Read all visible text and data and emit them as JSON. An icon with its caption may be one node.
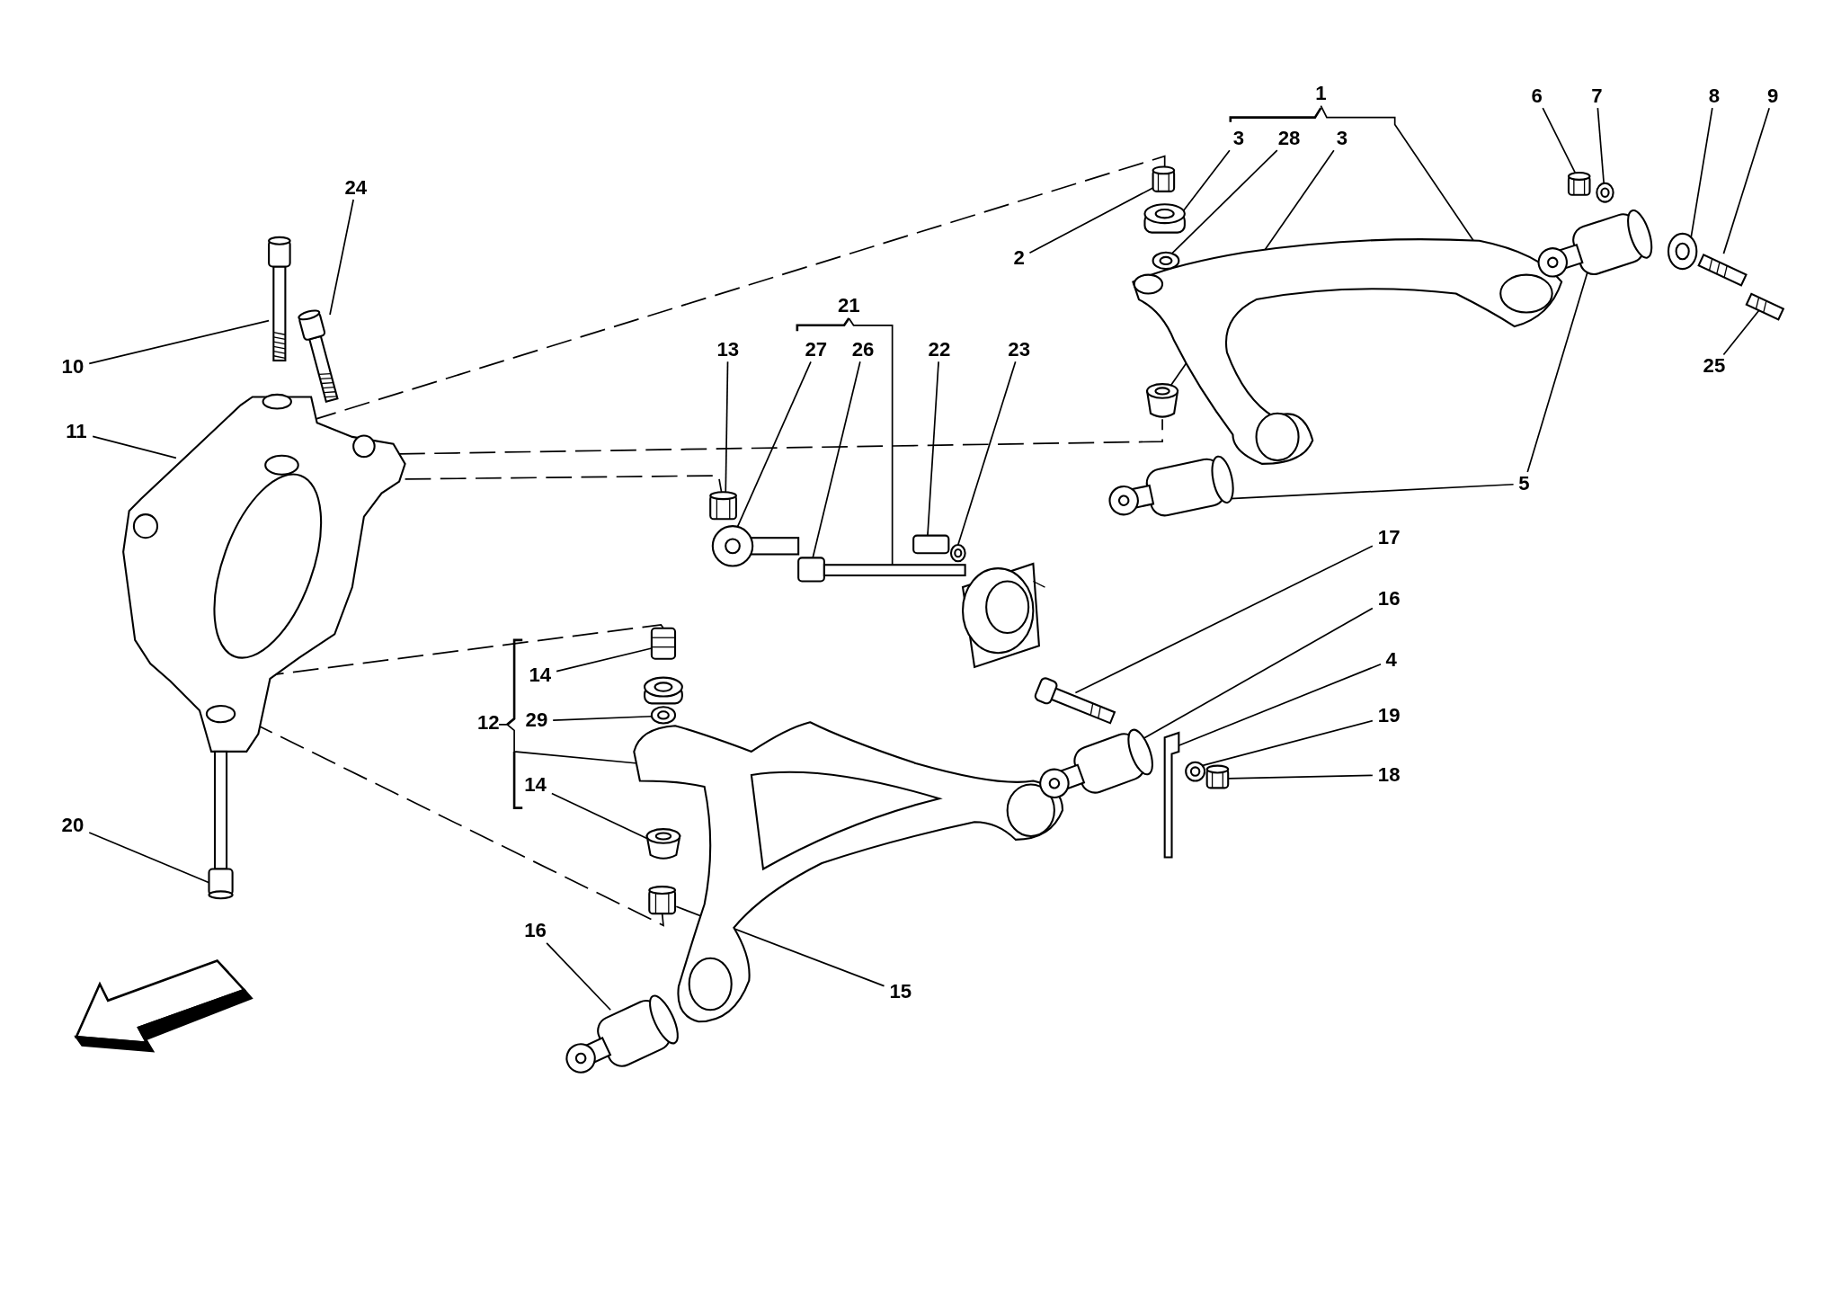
{
  "diagram": {
    "nodes": [
      {
        "text": [
          "1"
        ]
      },
      {
        "text": [
          "6"
        ]
      },
      {
        "text": [
          "7"
        ]
      },
      {
        "text": [
          "8"
        ]
      },
      {
        "text": [
          "9"
        ]
      },
      {
        "text": [
          "3"
        ]
      },
      {
        "text": [
          "28"
        ]
      },
      {
        "text": [
          "3"
        ]
      },
      {
        "text": [
          "24"
        ]
      },
      {
        "text": [
          "2"
        ]
      },
      {
        "text": [
          "21"
        ]
      },
      {
        "text": [
          "13"
        ]
      },
      {
        "text": [
          "27"
        ]
      },
      {
        "text": [
          "26"
        ]
      },
      {
        "text": [
          "22"
        ]
      },
      {
        "text": [
          "23"
        ]
      },
      {
        "text": [
          "10"
        ]
      },
      {
        "text": [
          "25"
        ]
      },
      {
        "text": [
          "11"
        ]
      },
      {
        "text": [
          "5"
        ]
      },
      {
        "text": [
          "17"
        ]
      },
      {
        "text": [
          "16"
        ]
      },
      {
        "text": [
          "4"
        ]
      },
      {
        "text": [
          "19"
        ]
      },
      {
        "text": [
          "12"
        ]
      },
      {
        "text": [
          "14"
        ]
      },
      {
        "text": [
          "29"
        ]
      },
      {
        "text": [
          "18"
        ]
      },
      {
        "text": [
          "14"
        ]
      },
      {
        "text": [
          "20"
        ]
      },
      {
        "text": [
          "16"
        ]
      },
      {
        "text": [
          "15"
        ]
      },
      {
        "text": [],
        "shape": "picture"
      },
      {
        "text": [],
        "shape": "picture"
      },
      {
        "text": [],
        "shape": "picture"
      },
      {
        "text": [],
        "shape": "picture"
      },
      {
        "text": [],
        "shape": "picture"
      },
      {
        "text": [],
        "shape": "picture"
      },
      {
        "text": [],
        "shape": "cylinder"
      },
      {
        "text": [],
        "shape": "picture"
      },
      {
        "text": [],
        "shape": "cylinder"
      },
      {
        "text": [],
        "shape": "cylinder"
      },
      {
        "text": [],
        "shape": "picture"
      },
      {
        "text": [],
        "shape": "picture"
      },
      {
        "text": [],
        "shape": "picture"
      },
      {
        "text": [],
        "shape": "picture"
      },
      {
        "text": [],
        "shape": "picture"
      },
      {
        "text": [],
        "shape": "picture"
      },
      {
        "text": [],
        "shape": "picture"
      },
      {
        "text": [],
        "shape": "picture"
      },
      {
        "text": [],
        "shape": "box"
      },
      {
        "text": [],
        "shape": "picture"
      },
      {
        "text": [],
        "shape": "box"
      },
      {
        "text": [],
        "shape": "picture"
      },
      {
        "text": [],
        "shape": "picture"
      },
      {
        "text": [],
        "shape": "picture"
      },
      {
        "text": [],
        "shape": "picture"
      },
      {
        "text": [],
        "shape": "picture"
      },
      {
        "text": [],
        "shape": "cylinder"
      },
      {
        "text": [],
        "shape": "picture"
      },
      {
        "text": [],
        "shape": "picture"
      },
      {
        "text": [],
        "shape": "picture"
      },
      {
        "text": [],
        "shape": "picture"
      },
      {
        "text": [],
        "shape": "picture"
      },
      {
        "text": [],
        "shape": "picture"
      },
      {
        "text": [],
        "shape": "picture"
      }
    ],
    "edges": [
      {
        "from": 0,
        "to": 36,
        "arrow": "none"
      },
      {
        "from": 1,
        "to": 43,
        "arrow": "none"
      },
      {
        "from": 2,
        "to": 44,
        "arrow": "none"
      },
      {
        "from": 3,
        "to": 45,
        "arrow": "none"
      },
      {
        "from": 4,
        "to": 46,
        "arrow": "none"
      },
      {
        "from": 5,
        "to": 38,
        "arrow": "none"
      },
      {
        "from": 6,
        "to": 39,
        "arrow": "none"
      },
      {
        "from": 7,
        "to": 40,
        "arrow": "none"
      },
      {
        "from": 8,
        "to": 34,
        "arrow": "none"
      },
      {
        "from": 9,
        "to": 37,
        "arrow": "none"
      },
      {
        "from": 10,
        "to": 51,
        "arrow": "none"
      },
      {
        "from": 11,
        "to": 48,
        "arrow": "none"
      },
      {
        "from": 12,
        "to": 49,
        "arrow": "none"
      },
      {
        "from": 13,
        "to": 50,
        "arrow": "none"
      },
      {
        "from": 14,
        "to": 52,
        "arrow": "none"
      },
      {
        "from": 15,
        "to": 53,
        "arrow": "none"
      },
      {
        "from": 16,
        "to": 33,
        "arrow": "none"
      },
      {
        "from": 17,
        "to": 47,
        "arrow": "none"
      },
      {
        "from": 18,
        "to": 32,
        "arrow": "none"
      },
      {
        "from": 19,
        "to": 41,
        "arrow": "none"
      },
      {
        "from": 19,
        "to": 42,
        "arrow": "none"
      },
      {
        "from": 20,
        "to": 61,
        "arrow": "none"
      },
      {
        "from": 21,
        "to": 62,
        "arrow": "none"
      },
      {
        "from": 22,
        "to": 63,
        "arrow": "none"
      },
      {
        "from": 23,
        "to": 64,
        "arrow": "none"
      },
      {
        "from": 24,
        "to": 54,
        "arrow": "none"
      },
      {
        "from": 25,
        "to": 55,
        "arrow": "none"
      },
      {
        "from": 26,
        "to": 57,
        "arrow": "none"
      },
      {
        "from": 27,
        "to": 65,
        "arrow": "none"
      },
      {
        "from": 28,
        "to": 58,
        "arrow": "none"
      },
      {
        "from": 29,
        "to": 35,
        "arrow": "none"
      },
      {
        "from": 30,
        "to": 60,
        "arrow": "none"
      },
      {
        "from": 31,
        "to": 59,
        "arrow": "none"
      },
      {
        "from": 32,
        "to": 37,
        "arrow": "none",
        "style": "dashed"
      },
      {
        "from": 32,
        "to": 40,
        "arrow": "none",
        "style": "dashed"
      },
      {
        "from": 32,
        "to": 48,
        "arrow": "none",
        "style": "dashed"
      },
      {
        "from": 32,
        "to": 55,
        "arrow": "none",
        "style": "dashed"
      },
      {
        "from": 32,
        "to": 59,
        "arrow": "none",
        "style": "dashed"
      }
    ]
  }
}
